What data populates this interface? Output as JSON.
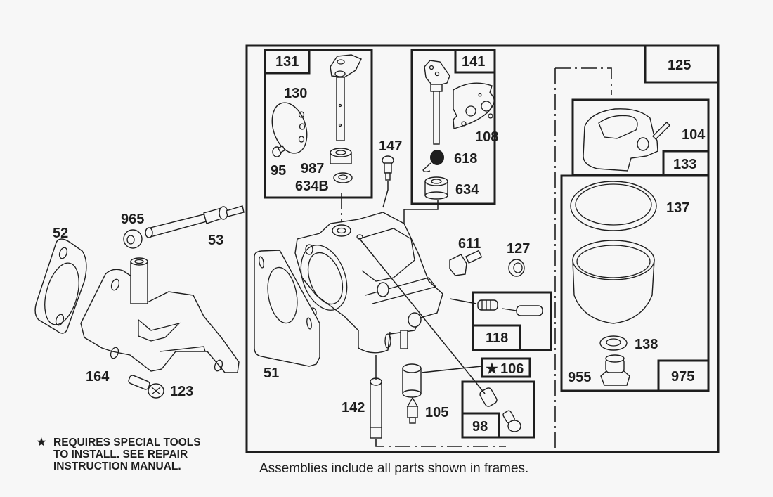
{
  "diagram": {
    "type": "exploded-parts-diagram",
    "subject": "carburetor assembly",
    "assembly_frames": [
      {
        "id": "131",
        "contains": [
          "130",
          "95",
          "987",
          "634B"
        ]
      },
      {
        "id": "141",
        "contains": [
          "108",
          "618",
          "634"
        ]
      },
      {
        "id": "125",
        "contains": [
          "133",
          "975",
          "51",
          "147",
          "611",
          "127",
          "118",
          "106",
          "98",
          "142",
          "105"
        ]
      },
      {
        "id": "133",
        "contains": [
          "104"
        ]
      },
      {
        "id": "975",
        "contains": [
          "137",
          "138",
          "955"
        ]
      },
      {
        "id": "118",
        "contains": []
      },
      {
        "id": "98",
        "contains": []
      }
    ],
    "part_labels": {
      "p52": "52",
      "p965": "965",
      "p53": "53",
      "p164": "164",
      "p123": "123",
      "p51": "51",
      "p142": "142",
      "p105": "105",
      "p130": "130",
      "p95": "95",
      "p987": "987",
      "p634B": "634B",
      "p147": "147",
      "p108": "108",
      "p618": "618",
      "p634": "634",
      "p611": "611",
      "p127": "127",
      "p104": "104",
      "p137": "137",
      "p138": "138",
      "p955": "955"
    },
    "frame_labels": {
      "f131": "131",
      "f141": "141",
      "f125": "125",
      "f133": "133",
      "f975": "975",
      "f118": "118",
      "f98": "98",
      "f106": "106"
    },
    "special_tool_marker": "★",
    "special_tool_parts": [
      "106"
    ]
  },
  "notes": {
    "star_symbol": "★",
    "special_tools_line1": "REQUIRES SPECIAL TOOLS",
    "special_tools_line2": "TO INSTALL.  SEE REPAIR",
    "special_tools_line3": "INSTRUCTION MANUAL.",
    "caption": "Assemblies include all parts shown in frames."
  }
}
